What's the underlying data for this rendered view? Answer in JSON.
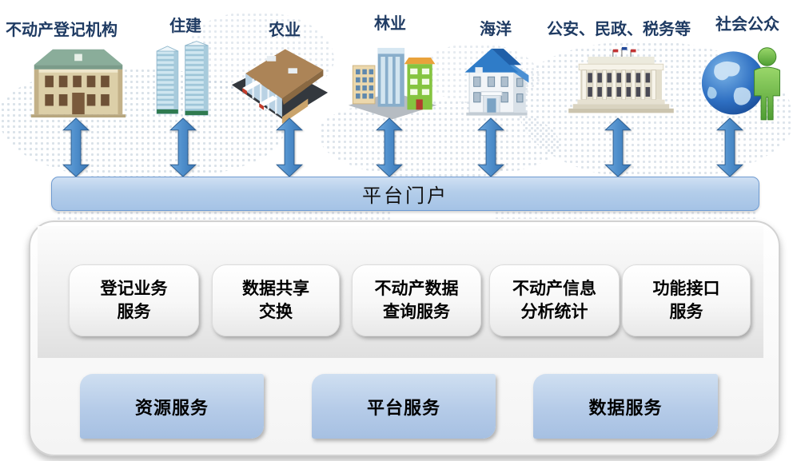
{
  "entities": [
    {
      "label": "不动产登记机构",
      "icon": "registry-building-icon"
    },
    {
      "label": "住建",
      "icon": "residential-towers-icon"
    },
    {
      "label": "农业",
      "icon": "farm-warehouse-icon"
    },
    {
      "label": "林业",
      "icon": "city-buildings-icon"
    },
    {
      "label": "海洋",
      "icon": "blue-roof-house-icon"
    },
    {
      "label": "公安、民政、税务等",
      "icon": "government-building-icon"
    },
    {
      "label": "社会公众",
      "icon": "globe-person-icon"
    }
  ],
  "portal": {
    "label": "平台门户"
  },
  "service_boxes": [
    {
      "line1": "登记业务",
      "line2": "服务"
    },
    {
      "line1": "数据共享",
      "line2": "交换"
    },
    {
      "line1": "不动产数据",
      "line2": "查询服务"
    },
    {
      "line1": "不动产信息",
      "line2": "分析统计"
    },
    {
      "line1": "功能接口",
      "line2": "服务"
    }
  ],
  "base_services": [
    {
      "label": "资源服务"
    },
    {
      "label": "平台服务"
    },
    {
      "label": "数据服务"
    }
  ],
  "colors": {
    "entity_label": "#1f3b63",
    "arrow_blue": "#4f8ecb",
    "portal_bar_fill": "#aecbe9",
    "portal_bar_border": "#6f9bd1",
    "base_box_blue": "#b5cbe8"
  }
}
